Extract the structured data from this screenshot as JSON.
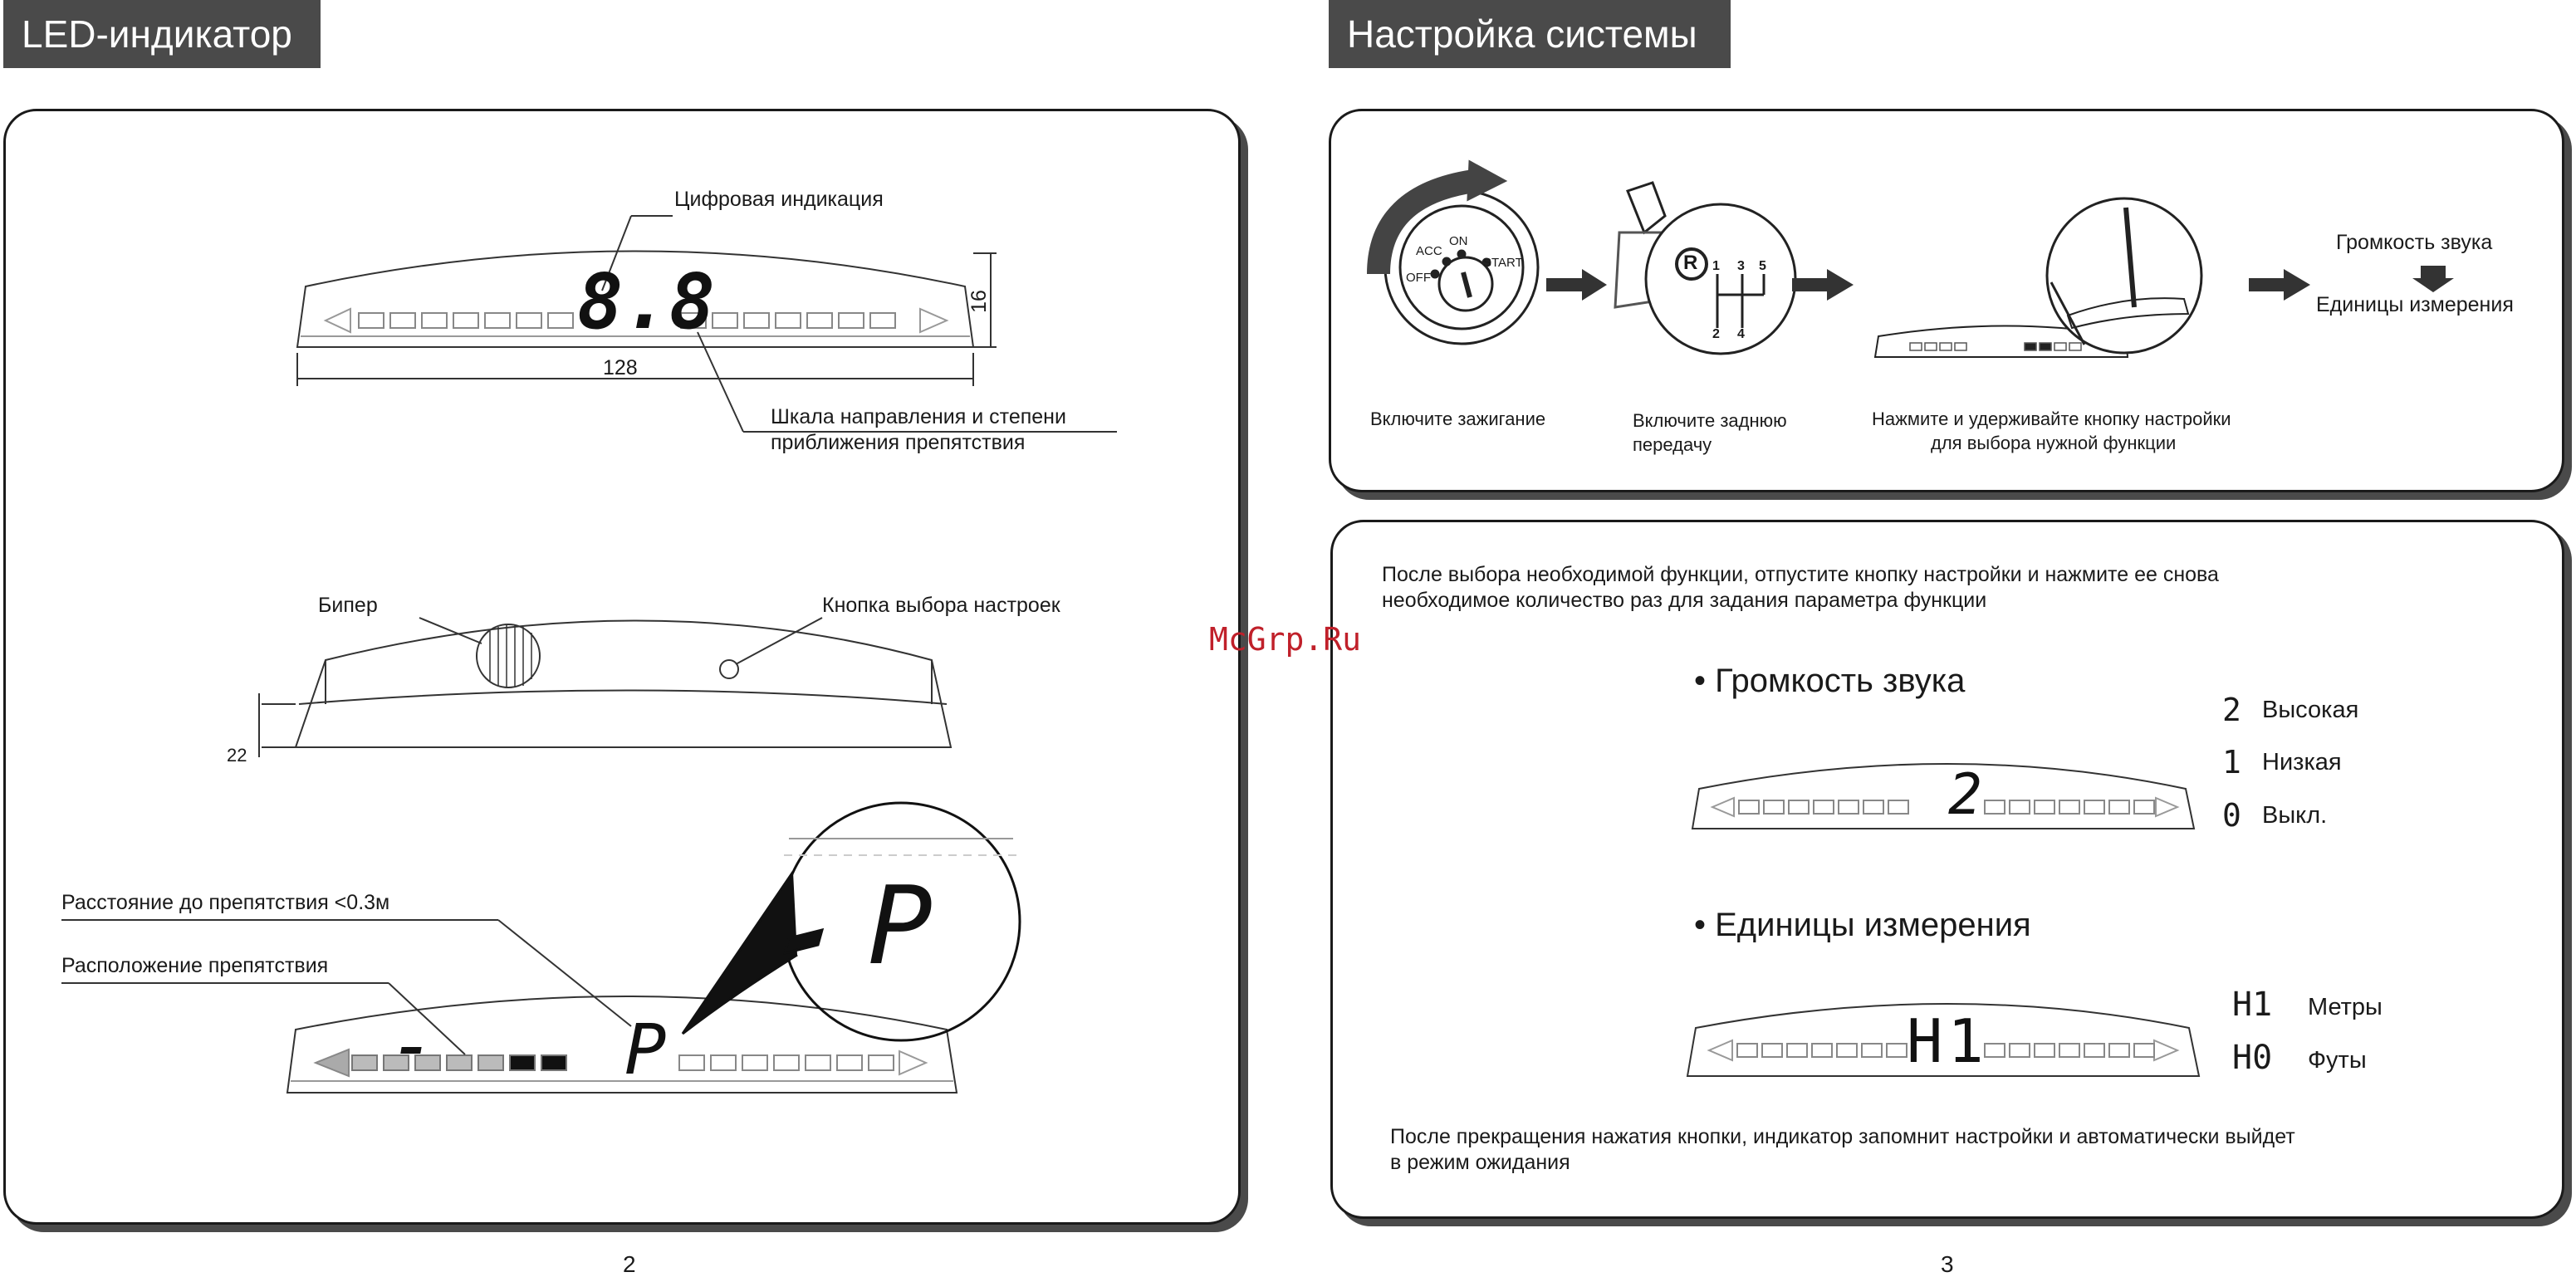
{
  "watermark": "McGrp.Ru",
  "left": {
    "header": "LED-индикатор",
    "label_digital": "Цифровая индикация",
    "display_digits": "8.8",
    "dim_height": "16",
    "dim_width": "128",
    "label_scale_line1": "Шкала направления и степени",
    "label_scale_line2": "приближения препятствия",
    "label_beeper": "Бипер",
    "label_button": "Кнопка выбора настроек",
    "dim_depth": "22",
    "label_distance": "Расстояние до препятствия <0.3м",
    "label_position": "Расположение препятствия",
    "zoom_text": "-P",
    "display_p": "P",
    "page_number": "2"
  },
  "right": {
    "header": "Настройка системы",
    "icon_ignition": "ignition-key-icon",
    "ignition_acc": "ACC",
    "ignition_on": "ON",
    "ignition_off": "OFF",
    "ignition_start": "START",
    "gear_r": "R",
    "gear_1": "1",
    "gear_3": "3",
    "gear_5": "5",
    "gear_2": "2",
    "gear_4": "4",
    "step1": "Включите зажигание",
    "step2_line1": "Включите заднюю",
    "step2_line2": "передачу",
    "step3_line1": "Нажмите и удерживайте кнопку настройки",
    "step3_line2": "для выбора нужной функции",
    "func_volume": "Громкость звука",
    "func_units": "Единицы измерения",
    "instruction_line1": "После выбора необходимой функции, отпустите кнопку настройки и нажмите ее снова",
    "instruction_line2": "необходимое количество раз для задания параметра функции",
    "bullet_volume": "• Громкость звука",
    "volume_display": "2",
    "volume_options": [
      {
        "code": "2",
        "label": "Высокая"
      },
      {
        "code": "1",
        "label": "Низкая"
      },
      {
        "code": "0",
        "label": "Выкл."
      }
    ],
    "bullet_units": "• Единицы измерения",
    "units_display": "H1",
    "units_options": [
      {
        "code": "H1",
        "label": "Метры"
      },
      {
        "code": "H0",
        "label": "Футы"
      }
    ],
    "final_line1": "После прекращения нажатия кнопки, индикатор запомнит настройки и автоматически выйдет",
    "final_line2": "в режим ожидания",
    "page_number": "3"
  }
}
